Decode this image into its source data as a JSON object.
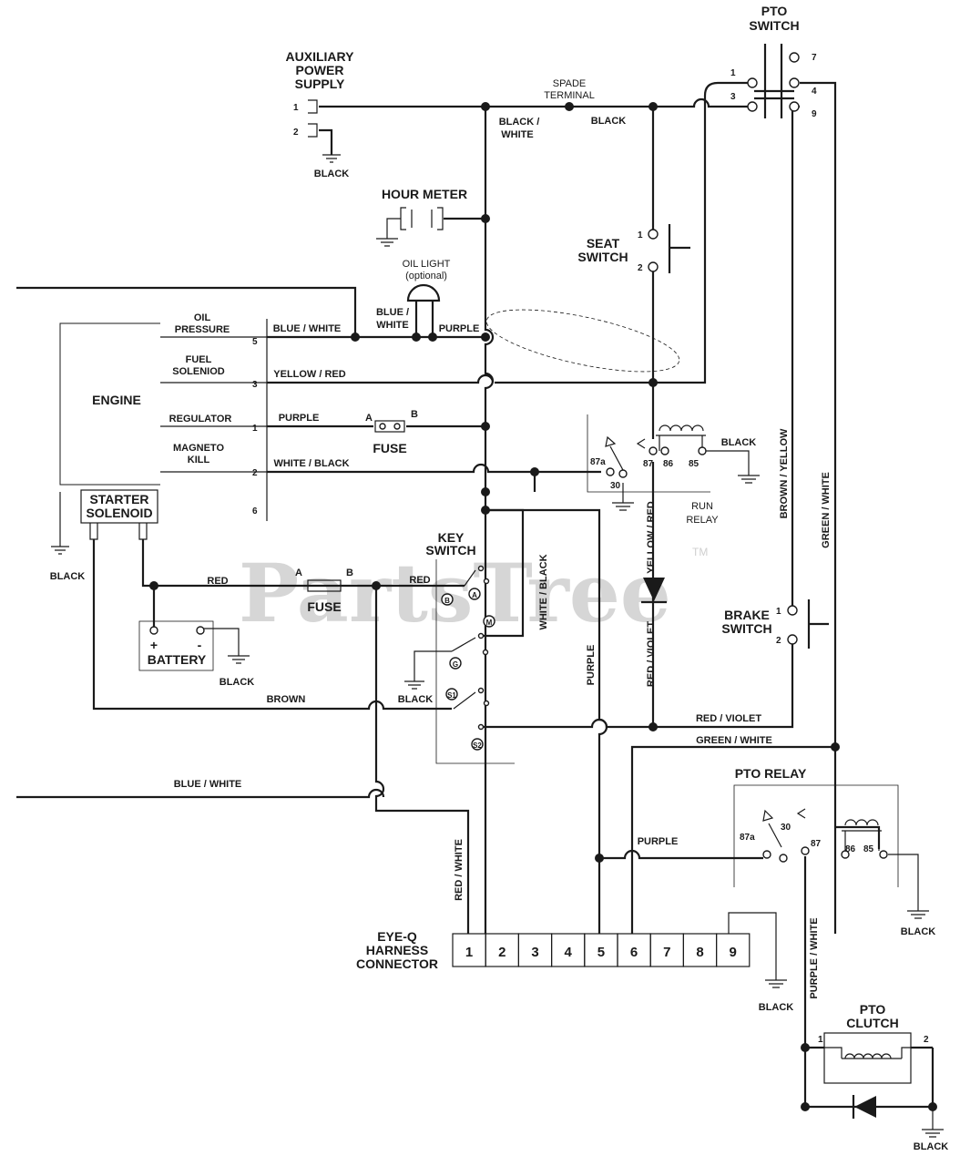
{
  "watermark": "PartsTree",
  "trademark": "TM",
  "components": {
    "aux": [
      "AUXILIARY",
      "POWER",
      "SUPPLY"
    ],
    "pto_switch": [
      "PTO",
      "SWITCH"
    ],
    "spade": [
      "SPADE",
      "TERMINAL"
    ],
    "hour_meter": "HOUR METER",
    "seat_switch": [
      "SEAT",
      "SWITCH"
    ],
    "oil_light": [
      "OIL LIGHT",
      "(optional)"
    ],
    "engine": "ENGINE",
    "oil_pressure": [
      "OIL",
      "PRESSURE"
    ],
    "fuel_solenoid": [
      "FUEL",
      "SOLENIOD"
    ],
    "regulator": "REGULATOR",
    "magneto": [
      "MAGNETO",
      "KILL"
    ],
    "fuse": "FUSE",
    "run_relay": [
      "RUN",
      "RELAY"
    ],
    "starter": [
      "STARTER",
      "SOLENOID"
    ],
    "key_switch": [
      "KEY",
      "SWITCH"
    ],
    "battery": "BATTERY",
    "brake_switch": [
      "BRAKE",
      "SWITCH"
    ],
    "pto_relay": "PTO RELAY",
    "eyeq": [
      "EYE-Q",
      "HARNESS",
      "CONNECTOR"
    ],
    "pto_clutch": [
      "PTO",
      "CLUTCH"
    ]
  },
  "wires": {
    "black": "BLACK",
    "black_white": [
      "BLACK /",
      "WHITE"
    ],
    "blue_white_split": [
      "BLUE /",
      "WHITE"
    ],
    "blue_white": "BLUE / WHITE",
    "purple": "PURPLE",
    "yellow_red": "YELLOW / RED",
    "white_black": "WHITE / BLACK",
    "red": "RED",
    "brown": "BROWN",
    "white_black_v": "WHITE / BLACK",
    "yellow_red_v": "YELLOW / RED",
    "red_violet_v": "RED / VIOLET",
    "red_violet": "RED / VIOLET",
    "brown_yellow": "BROWN / YELLOW",
    "green_white_v": "GREEN / WHITE",
    "green_white": "GREEN / WHITE",
    "red_white_v": "RED / WHITE",
    "purple_white_v": "PURPLE / WHITE"
  },
  "terminals": {
    "aux": [
      "1",
      "2"
    ],
    "pto_left": [
      "1",
      "3"
    ],
    "pto_right": [
      "7",
      "4",
      "9"
    ],
    "seat": [
      "1",
      "2"
    ],
    "engine": [
      "5",
      "3",
      "1",
      "2",
      "6"
    ],
    "fuse_ab": [
      "A",
      "B"
    ],
    "relay": [
      "87a",
      "30",
      "87",
      "86",
      "85"
    ],
    "key": [
      "B",
      "A",
      "M",
      "G",
      "S1",
      "S2"
    ],
    "battery": [
      "+",
      "-"
    ],
    "brake": [
      "1",
      "2"
    ],
    "clutch": [
      "1",
      "2"
    ]
  },
  "connector_pins": [
    "1",
    "2",
    "3",
    "4",
    "5",
    "6",
    "7",
    "8",
    "9"
  ]
}
